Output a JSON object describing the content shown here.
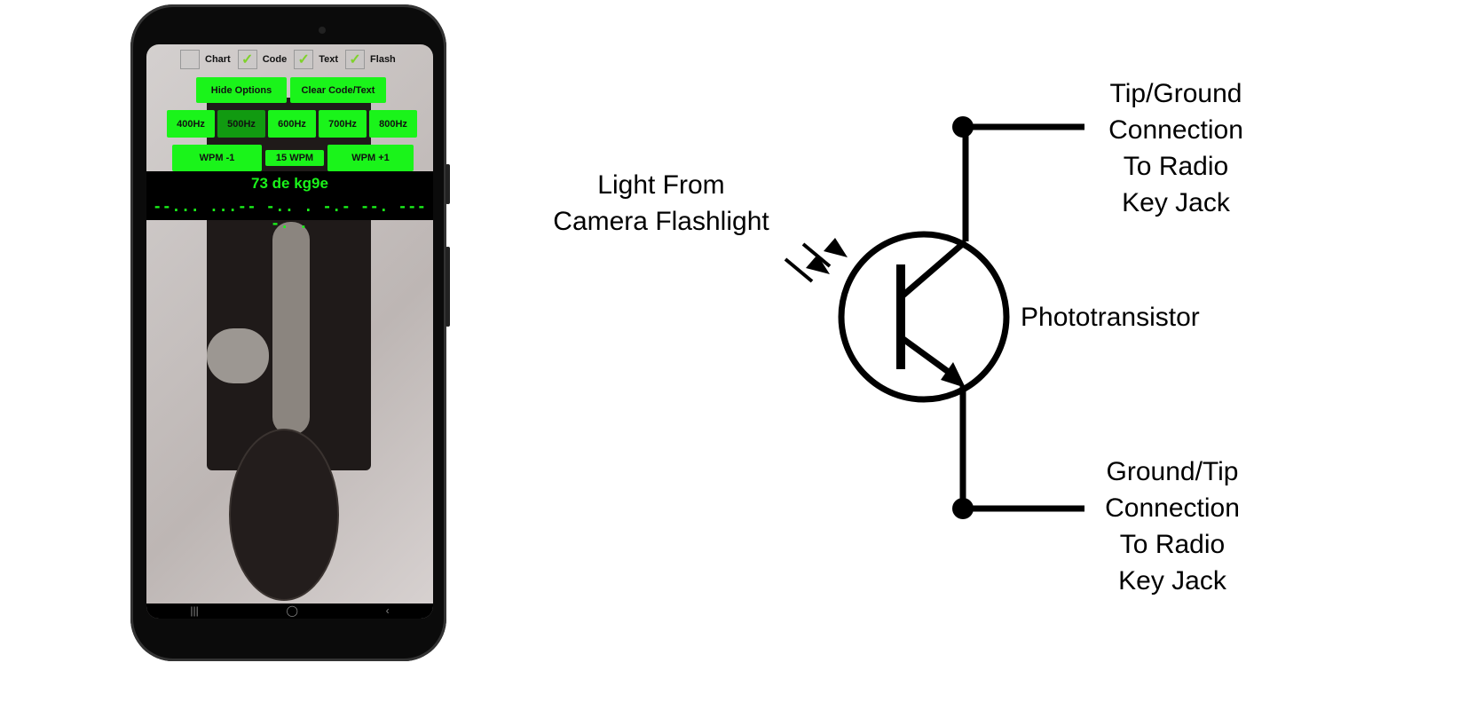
{
  "app": {
    "checkboxes": [
      {
        "label": "Chart",
        "checked": false
      },
      {
        "label": "Code",
        "checked": true
      },
      {
        "label": "Text",
        "checked": true
      },
      {
        "label": "Flash",
        "checked": true
      }
    ],
    "hide_options": "Hide  Options",
    "clear": "Clear Code/Text",
    "frequencies": [
      "400Hz",
      "500Hz",
      "600Hz",
      "700Hz",
      "800Hz"
    ],
    "selected_frequency": "500Hz",
    "wpm_minus": "WPM -1",
    "wpm_value": "15 WPM",
    "wpm_plus": "WPM +1",
    "decoded_text": "73 de kg9e",
    "morse_text": "--... ...-- -.. . -.- --. ----. .",
    "nav": [
      "|||",
      "◯",
      "‹"
    ]
  },
  "diagram": {
    "light_label": [
      "Light From",
      "Camera Flashlight"
    ],
    "top_label": [
      "Tip/Ground",
      "Connection",
      "To Radio",
      "Key Jack"
    ],
    "component_label": "Phototransistor",
    "bottom_label": [
      "Ground/Tip",
      "Connection",
      "To Radio",
      "Key Jack"
    ]
  }
}
